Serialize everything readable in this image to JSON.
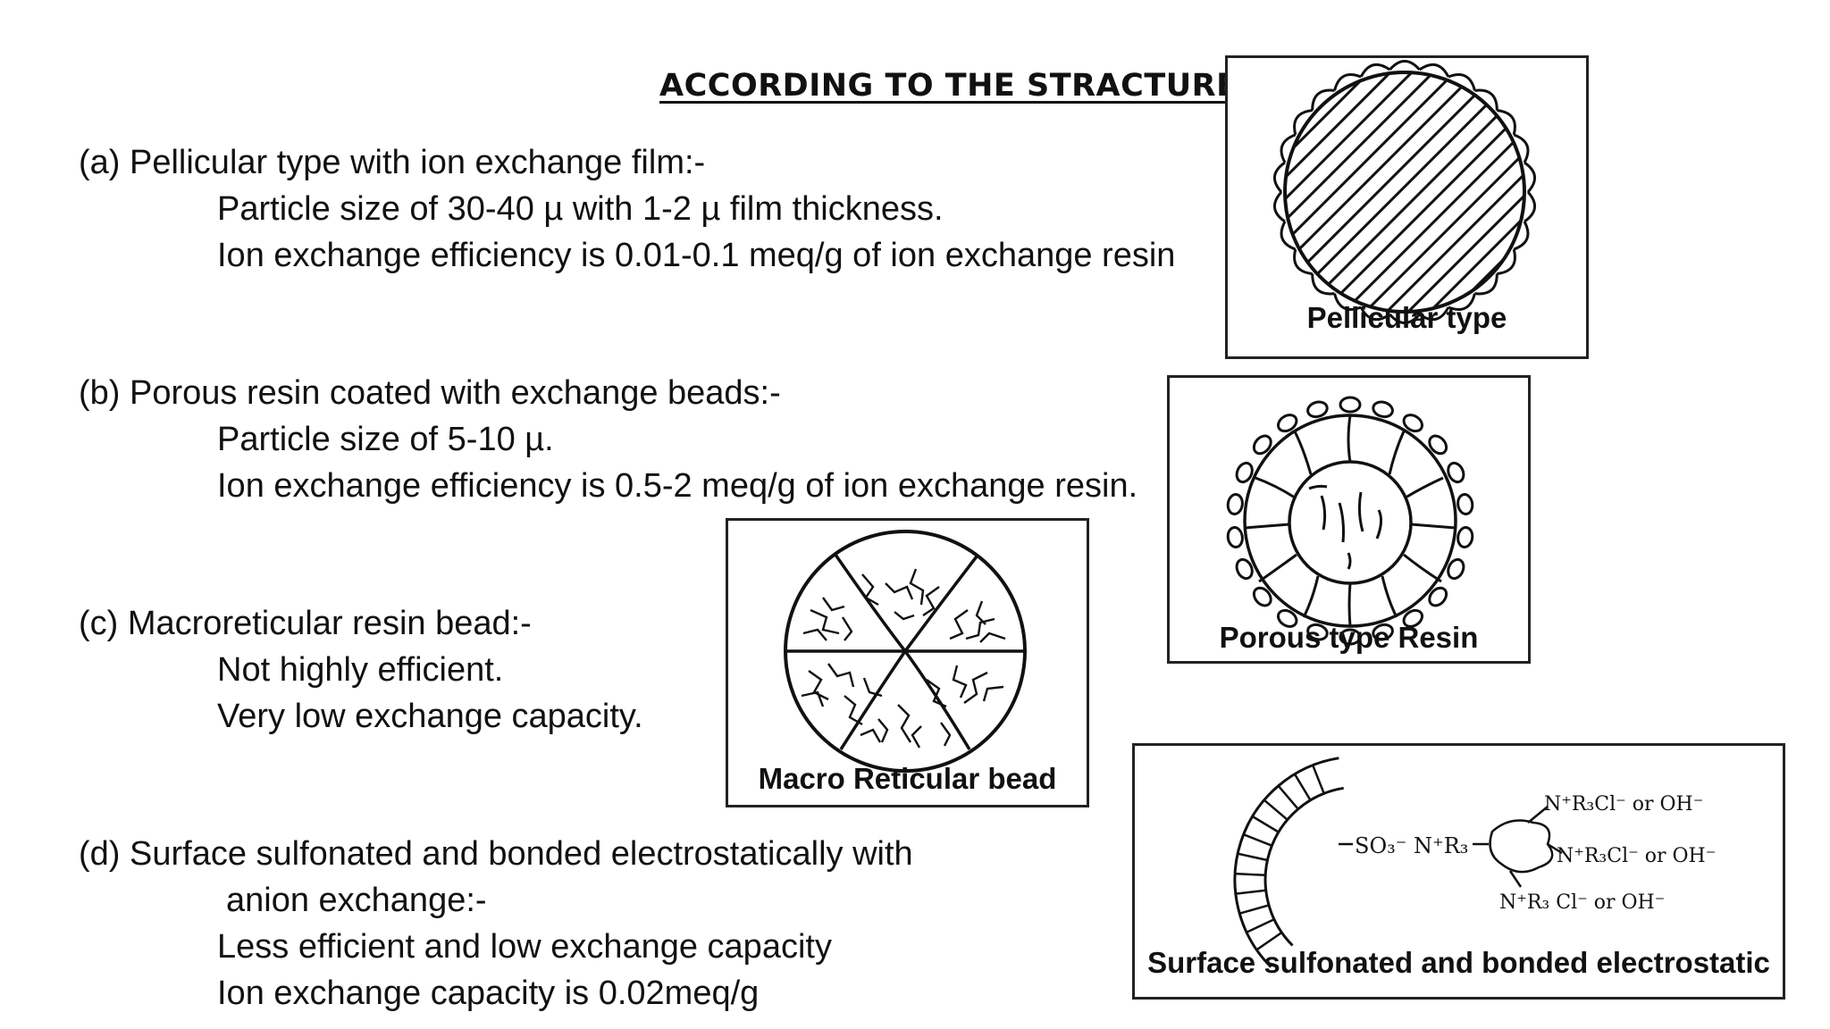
{
  "title": "ACCORDING TO THE STRACTURE",
  "sections": [
    {
      "heading": "(a) Pellicular type with ion exchange film:-",
      "lines": [
        "Particle size of 30-40 µ with 1-2 µ film thickness.",
        "Ion exchange efficiency is 0.01-0.1 meq/g of ion exchange resin"
      ]
    },
    {
      "heading": "(b) Porous resin coated with exchange beads:-",
      "lines": [
        "Particle size of 5-10 µ.",
        "Ion exchange efficiency is 0.5-2 meq/g of ion exchange resin."
      ]
    },
    {
      "heading": "(c) Macroreticular resin bead:-",
      "lines": [
        "Not highly efficient.",
        "Very low exchange capacity."
      ]
    },
    {
      "heading": "(d) Surface sulfonated and bonded electrostatically with",
      "lines": [
        "anion exchange:-",
        "Less efficient and low exchange capacity",
        "Ion exchange capacity is 0.02meq/g"
      ]
    }
  ],
  "figures": {
    "pellicular": {
      "caption": "Pellicular type"
    },
    "porous": {
      "caption": "Porous type Resin"
    },
    "macro": {
      "caption": "Macro Reticular bead"
    },
    "surface": {
      "caption": "Surface sulfonated and bonded electrostatic",
      "labels": {
        "link": "SO₃⁻ N⁺R₃",
        "group1": "N⁺R₃Cl⁻  or OH⁻",
        "group2": "N⁺R₃Cl⁻  or OH⁻",
        "group3": "N⁺R₃ Cl⁻  or OH⁻"
      }
    }
  }
}
